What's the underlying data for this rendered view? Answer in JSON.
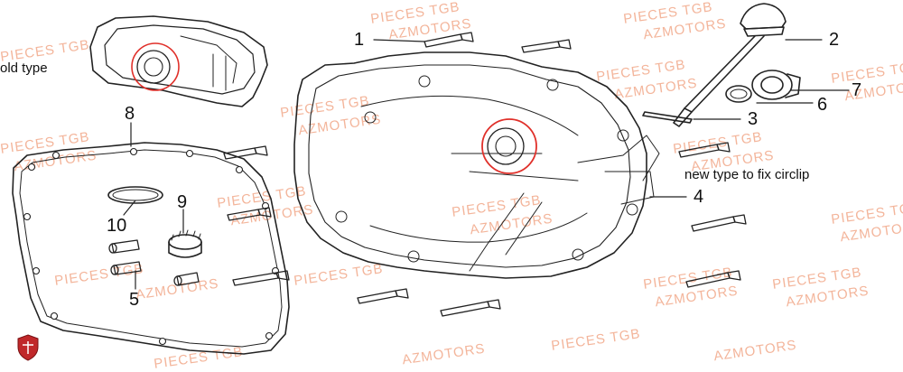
{
  "callouts": [
    "1",
    "2",
    "3",
    "4",
    "5",
    "6",
    "7",
    "8",
    "9",
    "10"
  ],
  "notes": {
    "old_type": "old type",
    "new_type": "new type to fix circlip"
  },
  "watermarks": [
    "PIECES TGB",
    "AZMOTORS"
  ],
  "colors": {
    "line": "#222222",
    "highlight": "#e0302a",
    "watermark": "#f2a98a"
  },
  "logo": {
    "icon": "shield-logo-icon"
  }
}
